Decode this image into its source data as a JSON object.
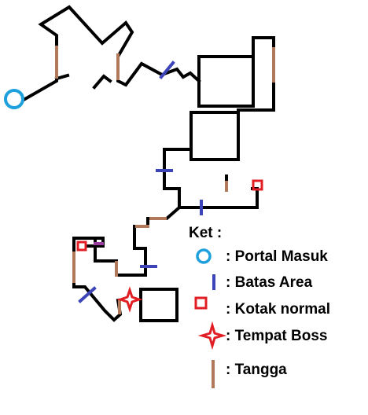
{
  "legend": {
    "title": "Ket :",
    "items": [
      {
        "icon": "blue-circle-icon",
        "label": ": Portal Masuk"
      },
      {
        "icon": "blue-dash-icon",
        "label": ": Batas Area"
      },
      {
        "icon": "red-square-icon",
        "label": ": Kotak normal"
      },
      {
        "icon": "red-star-icon",
        "label": ": Tempat Boss"
      },
      {
        "icon": "brown-dash-icon",
        "label": ": Tangga"
      }
    ]
  },
  "colors": {
    "wall": "#000000",
    "portal": "#1ea0dc",
    "area_border": "#3c44b8",
    "box": "#e01e24",
    "boss": "#e01e24",
    "stairs": "#b07a5a",
    "purple_mark": "#9b3ca0"
  }
}
